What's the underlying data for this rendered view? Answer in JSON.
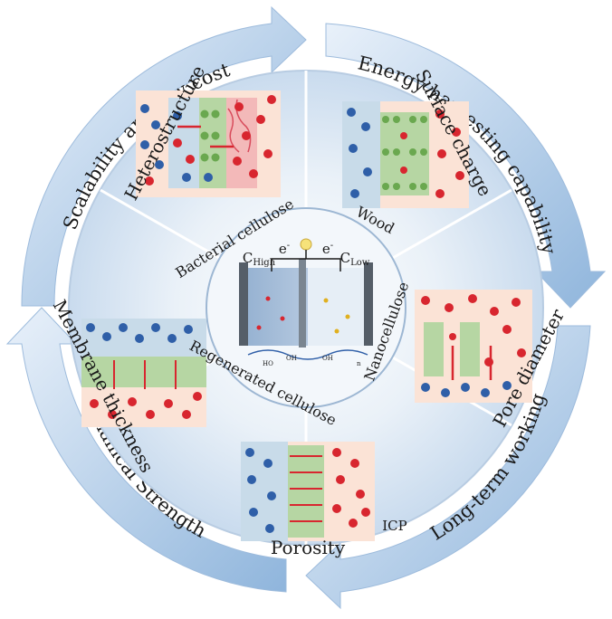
{
  "outer_arrows": [
    {
      "id": "top-left",
      "label": "Scalability and low cost"
    },
    {
      "id": "top-right",
      "label": "Energy harvesting capability"
    },
    {
      "id": "bottom-right",
      "label": "Long-term working"
    },
    {
      "id": "bottom-left",
      "label": "Mechanical Strength"
    }
  ],
  "segments": {
    "heterostructure": "Heterostructure",
    "surface_charge": "Surface charge",
    "pore_diameter": "Pore diameter",
    "porosity": "Porosity",
    "icp": "ICP",
    "membrane_thickness": "Membrane thickness"
  },
  "materials": {
    "bacterial_cellulose": "Bacterial cellulose",
    "wood": "Wood",
    "nanocellulose": "Nanocellulose",
    "regenerated_cellulose": "Regenerated cellulose"
  },
  "center": {
    "c_high_main": "C",
    "c_high_sub": "High",
    "c_low_main": "C",
    "c_low_sub": "Low",
    "electron_left_main": "e",
    "electron_left_sup": "-",
    "electron_right_main": "e",
    "electron_right_sup": "-",
    "oh": "OH",
    "ho": "HO",
    "subscript_n": "n"
  },
  "colors": {
    "cation": "#d8262f",
    "anion": "#2f5fa8",
    "arrow": "#a8c4e0",
    "ring": "#dde8f3",
    "membrane": "#a9cf8e"
  }
}
